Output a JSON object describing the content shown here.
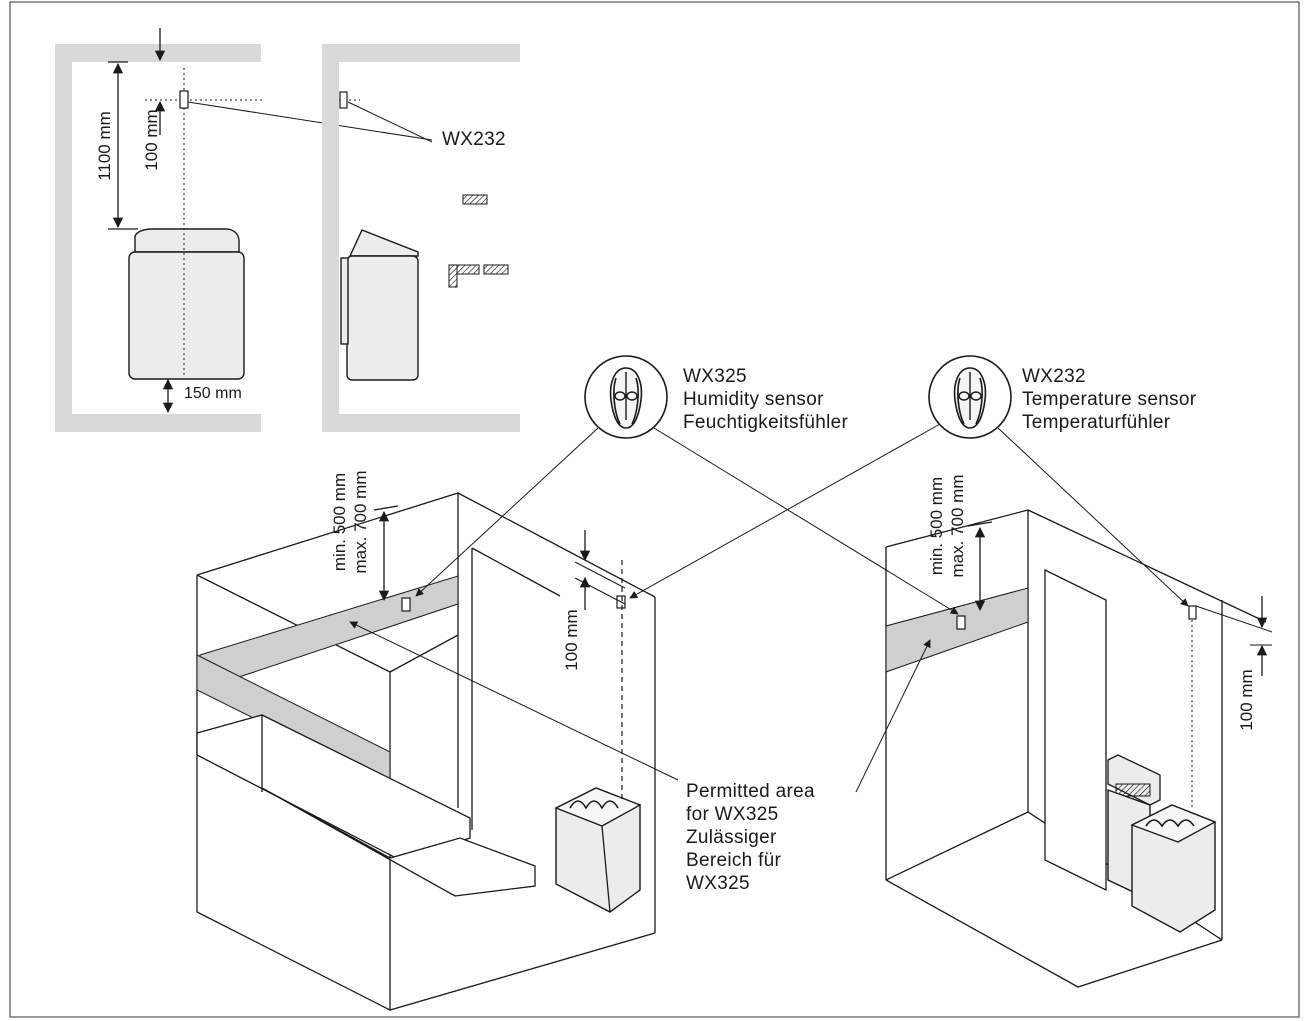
{
  "top_view": {
    "dim_1100": "1100 mm",
    "dim_100": "100 mm",
    "dim_150": "150 mm",
    "sensor_label": "WX232"
  },
  "callout_humidity": {
    "model": "WX325",
    "line_en": "Humidity sensor",
    "line_de": "Feuchtigkeitsfühler"
  },
  "callout_temperature": {
    "model": "WX232",
    "line_en": "Temperature sensor",
    "line_de": "Temperaturfühler"
  },
  "left_room": {
    "dim_min": "min. 500 mm",
    "dim_max": "max. 700 mm",
    "dim_100": "100 mm"
  },
  "right_room": {
    "dim_min": "min. 500 mm",
    "dim_max": "max. 700 mm",
    "dim_100": "100 mm"
  },
  "permitted_area": {
    "lines": [
      "Permitted area",
      "for WX325",
      "Zulässiger",
      "Bereich für",
      "WX325"
    ]
  }
}
